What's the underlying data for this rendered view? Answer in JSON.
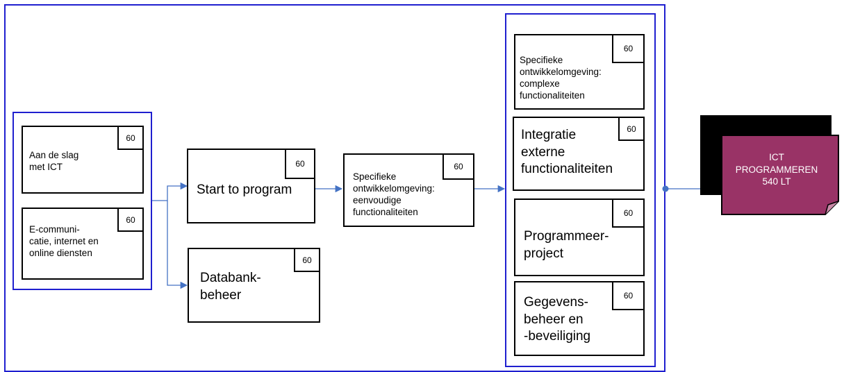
{
  "modules": {
    "aan_de_slag": {
      "label": "Aan de slag\nmet ICT",
      "credits": "60"
    },
    "e_communicatie": {
      "label": "E-communi-\ncatie, internet en\nonline diensten",
      "credits": "60"
    },
    "start_to_program": {
      "label": "Start to program",
      "credits": "60"
    },
    "databankbeheer": {
      "label": "Databank-\nbeheer",
      "credits": "60"
    },
    "specifieke_eenvoudig": {
      "label": "Specifieke\nontwikkelomgeving:\neenvoudige\nfunctionaliteiten",
      "credits": "60"
    },
    "specifieke_complex": {
      "label": "Specifieke\nontwikkelomgeving:\ncomplexe\nfunctionaliteiten",
      "credits": "60"
    },
    "integratie": {
      "label": "Integratie\nexterne\nfunctionaliteiten",
      "credits": "60"
    },
    "programmeerproject": {
      "label": "Programmeer-\nproject",
      "credits": "60"
    },
    "gegevensbeheer": {
      "label": "Gegevens-\nbeheer en\n-beveiliging",
      "credits": "60"
    }
  },
  "qualification": {
    "label": "ICT\nPROGRAMMEREN\n540 LT"
  },
  "colors": {
    "group_border": "#1f1fcf",
    "connector": "#4472c4",
    "qualification_fill": "#993366",
    "qualification_shadow": "#000000"
  }
}
